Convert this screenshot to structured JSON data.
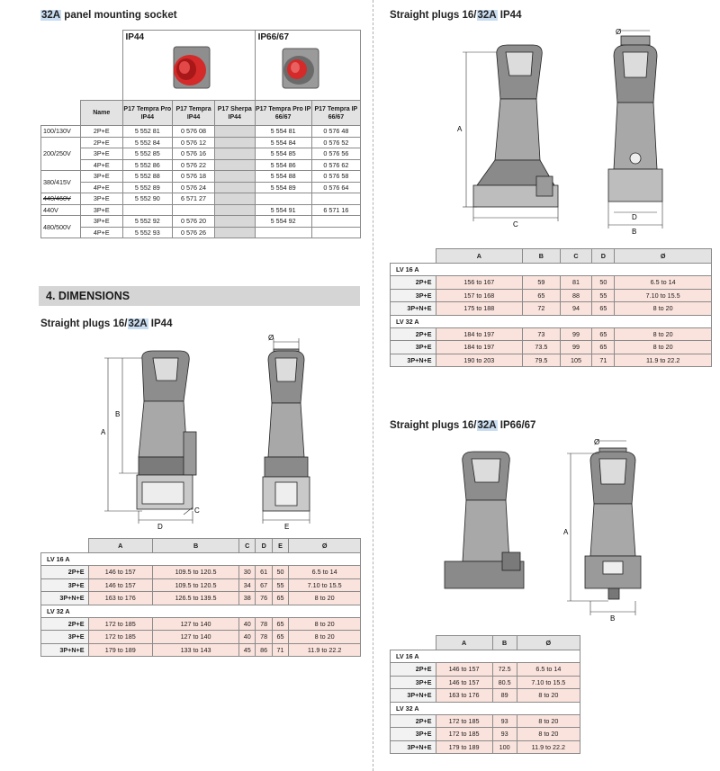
{
  "socket": {
    "heading_prefix": "32A",
    "heading_rest": " panel mounting socket",
    "ip44": "IP44",
    "ip66": "IP66/67",
    "headers": [
      "Name",
      "P17 Tempra Pro IP44",
      "P17 Tempra IP44",
      "P17 Sherpa IP44",
      "P17 Tempra Pro IP 66/67",
      "P17 Tempra IP 66/67"
    ],
    "rows": [
      {
        "v": "100/130V",
        "n": "2P+E",
        "c": [
          "5 552 81",
          "0 576 08",
          "",
          "5 554 81",
          "0 576 48"
        ]
      },
      {
        "v": "",
        "n": "2P+E",
        "c": [
          "5 552 84",
          "0 576 12",
          "",
          "5 554 84",
          "0 576 52"
        ]
      },
      {
        "v": "200/250V",
        "n": "3P+E",
        "c": [
          "5 552 85",
          "0 576 16",
          "",
          "5 554 85",
          "0 576 56"
        ]
      },
      {
        "v": "",
        "n": "4P+E",
        "c": [
          "5 552 86",
          "0 576 22",
          "",
          "5 554 86",
          "0 576 62"
        ]
      },
      {
        "v": "",
        "n": "3P+E",
        "c": [
          "5 552 88",
          "0 576 18",
          "",
          "5 554 88",
          "0 576 58"
        ]
      },
      {
        "v": "380/415V",
        "n": "4P+E",
        "c": [
          "5 552 89",
          "0 576 24",
          "",
          "5 554 89",
          "0 576 64"
        ]
      },
      {
        "v": "440/460V",
        "n": "3P+E",
        "c": [
          "5 552 90",
          "6 571 27",
          "",
          "",
          ""
        ]
      },
      {
        "v": "440V",
        "n": "3P+E",
        "c": [
          "",
          "",
          "",
          "5 554 91",
          "6 571 16"
        ]
      },
      {
        "v": "480/500V",
        "n": "3P+E",
        "c": [
          "5 552 92",
          "0 576 20",
          "",
          "5 554 92",
          ""
        ]
      },
      {
        "v": "",
        "n": "4P+E",
        "c": [
          "5 552 93",
          "0 576 26",
          "",
          "",
          ""
        ]
      }
    ]
  },
  "dimensions_title": "4. DIMENSIONS",
  "plugs_left": {
    "heading_prefix": "Straight plugs 16/",
    "heading_hl": "32A",
    "heading_rest": " IP44",
    "headers": [
      "A",
      "B",
      "C",
      "D",
      "E",
      "Ø"
    ],
    "groups": [
      {
        "name": "LV 16 A",
        "rows": [
          {
            "n": "2P+E",
            "c": [
              "146 to 157",
              "109.5 to 120.5",
              "30",
              "61",
              "50",
              "6.5 to 14"
            ]
          },
          {
            "n": "3P+E",
            "c": [
              "146 to 157",
              "109.5 to 120.5",
              "34",
              "67",
              "55",
              "7.10 to 15.5"
            ]
          },
          {
            "n": "3P+N+E",
            "c": [
              "163 to 176",
              "126.5 to 139.5",
              "38",
              "76",
              "65",
              "8 to 20"
            ]
          }
        ]
      },
      {
        "name": "LV 32 A",
        "rows": [
          {
            "n": "2P+E",
            "c": [
              "172 to 185",
              "127 to 140",
              "40",
              "78",
              "65",
              "8 to 20"
            ]
          },
          {
            "n": "3P+E",
            "c": [
              "172 to 185",
              "127 to 140",
              "40",
              "78",
              "65",
              "8 to 20"
            ]
          },
          {
            "n": "3P+N+E",
            "c": [
              "179 to 189",
              "133 to 143",
              "45",
              "86",
              "71",
              "11.9 to 22.2"
            ]
          }
        ]
      }
    ]
  },
  "plugs_right_ip44": {
    "heading_prefix": "Straight plugs 16/",
    "heading_hl": "32A",
    "heading_rest": " IP44",
    "headers": [
      "A",
      "B",
      "C",
      "D",
      "Ø"
    ],
    "groups": [
      {
        "name": "LV 16 A",
        "rows": [
          {
            "n": "2P+E",
            "c": [
              "156 to 167",
              "59",
              "81",
              "50",
              "6.5 to 14"
            ]
          },
          {
            "n": "3P+E",
            "c": [
              "157 to 168",
              "65",
              "88",
              "55",
              "7.10 to 15.5"
            ]
          },
          {
            "n": "3P+N+E",
            "c": [
              "175 to 188",
              "72",
              "94",
              "65",
              "8 to 20"
            ]
          }
        ]
      },
      {
        "name": "LV 32 A",
        "rows": [
          {
            "n": "2P+E",
            "c": [
              "184 to 197",
              "73",
              "99",
              "65",
              "8 to 20"
            ]
          },
          {
            "n": "3P+E",
            "c": [
              "184 to 197",
              "73.5",
              "99",
              "65",
              "8 to 20"
            ]
          },
          {
            "n": "3P+N+E",
            "c": [
              "190 to 203",
              "79.5",
              "105",
              "71",
              "11.9 to 22.2"
            ]
          }
        ]
      }
    ]
  },
  "plugs_right_ip66": {
    "heading_prefix": "Straight plugs 16/",
    "heading_hl": "32A",
    "heading_rest": " IP66/67",
    "headers": [
      "A",
      "B",
      "Ø"
    ],
    "groups": [
      {
        "name": "LV 16 A",
        "rows": [
          {
            "n": "2P+E",
            "c": [
              "146 to 157",
              "72.5",
              "6.5 to 14"
            ]
          },
          {
            "n": "3P+E",
            "c": [
              "146 to 157",
              "80.5",
              "7.10 to 15.5"
            ]
          },
          {
            "n": "3P+N+E",
            "c": [
              "163 to 176",
              "89",
              "8 to 20"
            ]
          }
        ]
      },
      {
        "name": "LV 32 A",
        "rows": [
          {
            "n": "2P+E",
            "c": [
              "172 to 185",
              "93",
              "8 to 20"
            ]
          },
          {
            "n": "3P+E",
            "c": [
              "172 to 185",
              "93",
              "8 to 20"
            ]
          },
          {
            "n": "3P+N+E",
            "c": [
              "179 to 189",
              "100",
              "11.9 to 22.2"
            ]
          }
        ]
      }
    ]
  },
  "dim_labels": {
    "a": "A",
    "b": "B",
    "c": "C",
    "d": "D",
    "e": "E",
    "dia": "Ø"
  },
  "colors": {
    "accent_highlight": "#c9ddf2",
    "row_tint": "#fbe3dd",
    "socket_red": "#d42a2a"
  }
}
